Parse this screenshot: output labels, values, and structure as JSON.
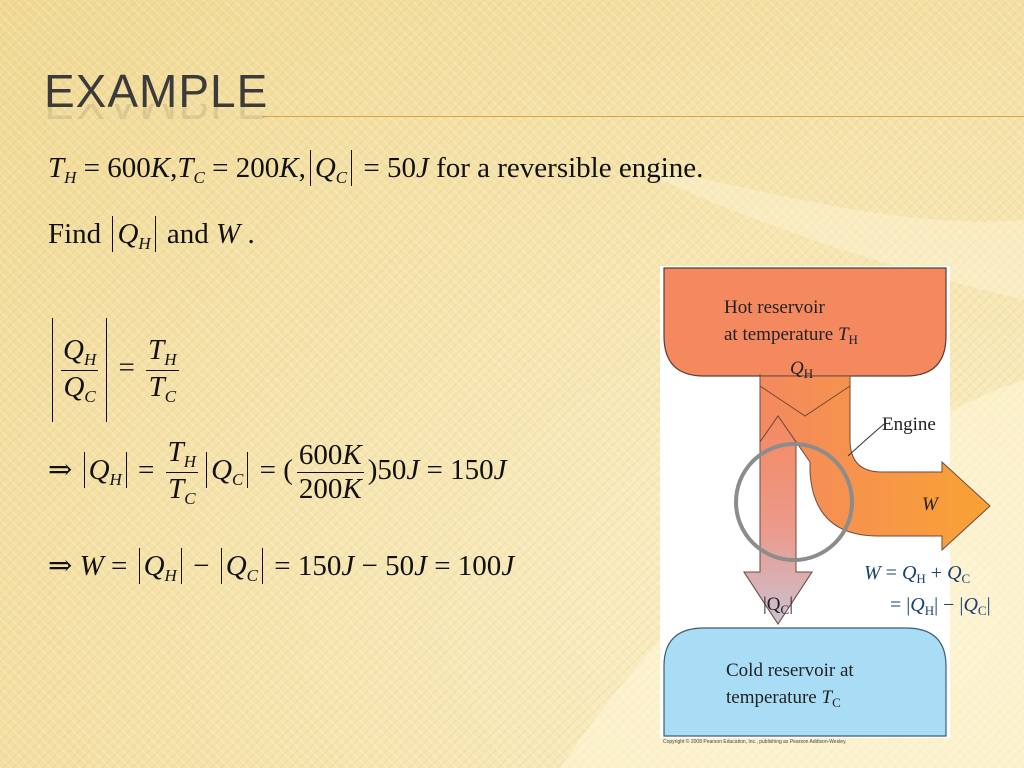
{
  "title": "EXAMPLE",
  "problem": {
    "line1": {
      "t": "T",
      "h": "H",
      "eq1": " = 600",
      "k1": "K",
      "comma1": ",",
      "t2": "T",
      "c": "C",
      "eq2": " = 200",
      "k2": "K",
      "comma2": ",",
      "q": "Q",
      "qc": "C",
      "eq3": " = 50",
      "j": "J",
      "rest": " for a reversible engine."
    },
    "line2": {
      "find": "Find ",
      "q": "Q",
      "h": "H",
      "and": " and ",
      "w": "W",
      "dot": " ."
    }
  },
  "equations": {
    "eq1": {
      "qh": "Q",
      "h": "H",
      "qc": "Q",
      "c": "C",
      "th": "T",
      "tc": "T",
      "equals": "="
    },
    "eq2": {
      "implies": "⇒",
      "lhs_q": "Q",
      "lhs_h": "H",
      "eq": " = ",
      "th": "T",
      "h": "H",
      "tc": "T",
      "c": "C",
      "qc": "Q",
      "qcsub": "C",
      "eq2": " = (",
      "num": "600",
      "numk": "K",
      "den": "200",
      "denk": "K",
      "tail": ")50",
      "j1": "J",
      "eq3": " = 150",
      "j2": "J"
    },
    "eq3": {
      "implies": "⇒",
      "w": "W",
      "eq": " = ",
      "qh": "Q",
      "h": "H",
      "minus": " − ",
      "qc": "Q",
      "c": "C",
      "eq2": " = 150",
      "j1": "J",
      "m2": " − 50",
      "j2": "J",
      "eq3": " = 100",
      "j3": "J"
    }
  },
  "diagram": {
    "hot_line1": "Hot reservoir",
    "hot_line2": "at temperature ",
    "hot_t": "T",
    "hot_sub": "H",
    "qh": "Q",
    "qh_sub": "H",
    "engine": "Engine",
    "w": "W",
    "qc_label": "|Q",
    "qc_label_sub": "C",
    "qc_label_end": "|",
    "rel1_w": "W",
    "rel1_eq": " = ",
    "rel1_q": "Q",
    "rel1_h": "H",
    "rel1_plus": " + ",
    "rel1_q2": "Q",
    "rel1_c": "C",
    "rel2_eq": "= |",
    "rel2_q": "Q",
    "rel2_h": "H",
    "rel2_mid": "| − |",
    "rel2_q2": "Q",
    "rel2_c": "C",
    "rel2_end": "|",
    "cold_line1": "Cold reservoir at",
    "cold_line2": "temperature ",
    "cold_t": "T",
    "cold_sub": "C",
    "colors": {
      "hot": "#f4895f",
      "cold": "#a9dcf5",
      "work": "#f7a24a",
      "circle": "#8c8c8c"
    }
  },
  "copyright": "Copyright © 2008 Pearson Education, Inc., publishing as Pearson Addison-Wesley."
}
